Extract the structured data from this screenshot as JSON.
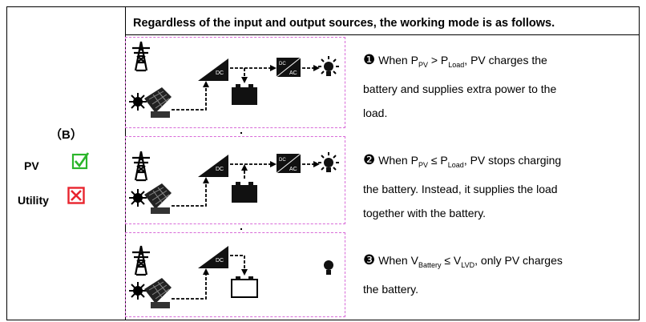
{
  "header": "Regardless of the input and output sources, the working mode is as follows.",
  "mode_label": "（B）",
  "pv_label": "PV",
  "utility_label": "Utility",
  "colors": {
    "check": "#2bb52b",
    "cross": "#e8242e",
    "dashed_border": "#d86ad8"
  },
  "icons": {
    "panel_inverter": "DC",
    "ac_inverter_top": "DC",
    "ac_inverter_bottom": "AC"
  },
  "modes": [
    {
      "marker": "❶",
      "lines": [
        {
          "t": "When P",
          "sub": "PV",
          "t2": " > P",
          "sub2": "Load",
          "t3": ", PV charges the"
        },
        {
          "t": "battery and supplies extra power to the"
        },
        {
          "t": "load."
        }
      ]
    },
    {
      "marker": "❷",
      "lines": [
        {
          "t": "When P",
          "sub": "PV",
          "t2": " ≤ P",
          "sub2": "Load",
          "t3": ", PV stops charging"
        },
        {
          "t": "the battery. Instead, it supplies the load"
        },
        {
          "t": "together with the battery."
        }
      ]
    },
    {
      "marker": "❸",
      "lines": [
        {
          "t": "When V",
          "sub": "Battery",
          "t2": " ≤ V",
          "sub2": "LVD",
          "t3": ", only PV charges"
        },
        {
          "t": "the battery."
        }
      ]
    }
  ]
}
